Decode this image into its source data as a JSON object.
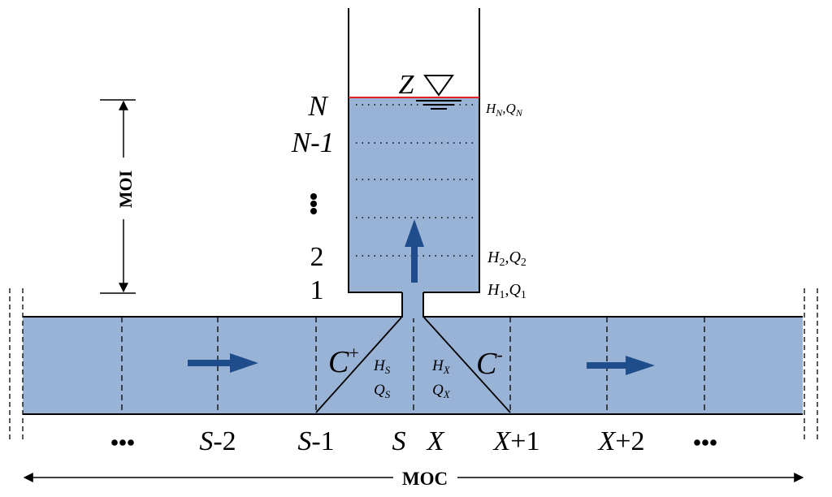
{
  "colors": {
    "water": "#98b3d6",
    "arrow": "#1f4d8b",
    "line": "#000000",
    "water_surface": "#e02020"
  },
  "labels": {
    "surface_symbol": "Z",
    "node_top": "N",
    "node_top_minus_one": "N-1",
    "node_two": "2",
    "node_one": "1",
    "moi": "MOI",
    "moc": "MOC",
    "c_plus_base": "C",
    "c_plus_sup": "+",
    "c_minus_base": "C",
    "c_minus_sup": "-",
    "pipe_nodes": {
      "s_minus_2": {
        "letter": "S",
        "suffix": "-2"
      },
      "s_minus_1": {
        "letter": "S",
        "suffix": "-1"
      },
      "s": {
        "letter": "S",
        "suffix": ""
      },
      "x": {
        "letter": "X",
        "suffix": ""
      },
      "x_plus_1": {
        "letter": "X",
        "suffix": "+1"
      },
      "x_plus_2": {
        "letter": "X",
        "suffix": "+2"
      }
    },
    "hq_left": {
      "h": "H",
      "h_sub": "S",
      "q": "Q",
      "q_sub": "S"
    },
    "hq_right": {
      "h": "H",
      "h_sub": "X",
      "q": "Q",
      "q_sub": "X"
    },
    "level_N": {
      "h": "H",
      "h_sub": "N",
      "sep": ",",
      "q": "Q",
      "q_sub": "N"
    },
    "level_2": {
      "h": "H",
      "h_sub": "2",
      "sep": ",",
      "q": "Q",
      "q_sub": "2"
    },
    "level_1": {
      "h": "H",
      "h_sub": "1",
      "sep": ",",
      "q": "Q",
      "q_sub": "1"
    }
  }
}
